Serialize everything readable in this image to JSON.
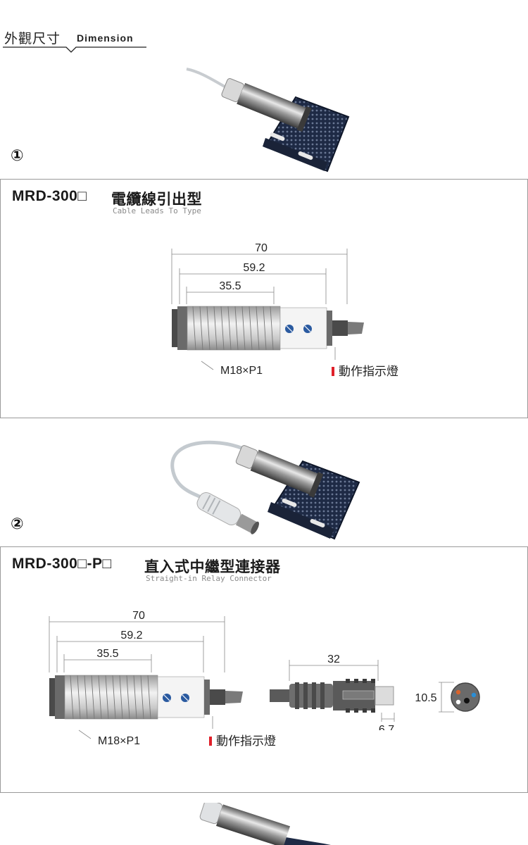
{
  "header": {
    "title_cn": "外觀尺寸",
    "title_en": "Dimension"
  },
  "variants": [
    {
      "marker": "①",
      "model": "MRD-300□",
      "name_cn": "電纜線引出型",
      "name_en": "Cable Leads To Type",
      "dims": {
        "total": "70",
        "body": "59.2",
        "thread": "35.5"
      },
      "thread_spec": "M18×P1",
      "indicator_label": "動作指示燈"
    },
    {
      "marker": "②",
      "model": "MRD-300□-P□",
      "name_cn": "直入式中繼型連接器",
      "name_en": "Straight-in Relay Connector",
      "dims": {
        "total": "70",
        "body": "59.2",
        "thread": "35.5"
      },
      "thread_spec": "M18×P1",
      "indicator_label": "動作指示燈",
      "connector_dims": {
        "length": "32",
        "diameter": "10.5",
        "offset": "6.7"
      }
    }
  ],
  "colors": {
    "indicator_red": "#e0202a",
    "reflector_navy": "#1e2a45",
    "panel_border": "#9a9a9a",
    "pin_orange": "#d9632b",
    "pin_blue": "#2a8ed6"
  }
}
